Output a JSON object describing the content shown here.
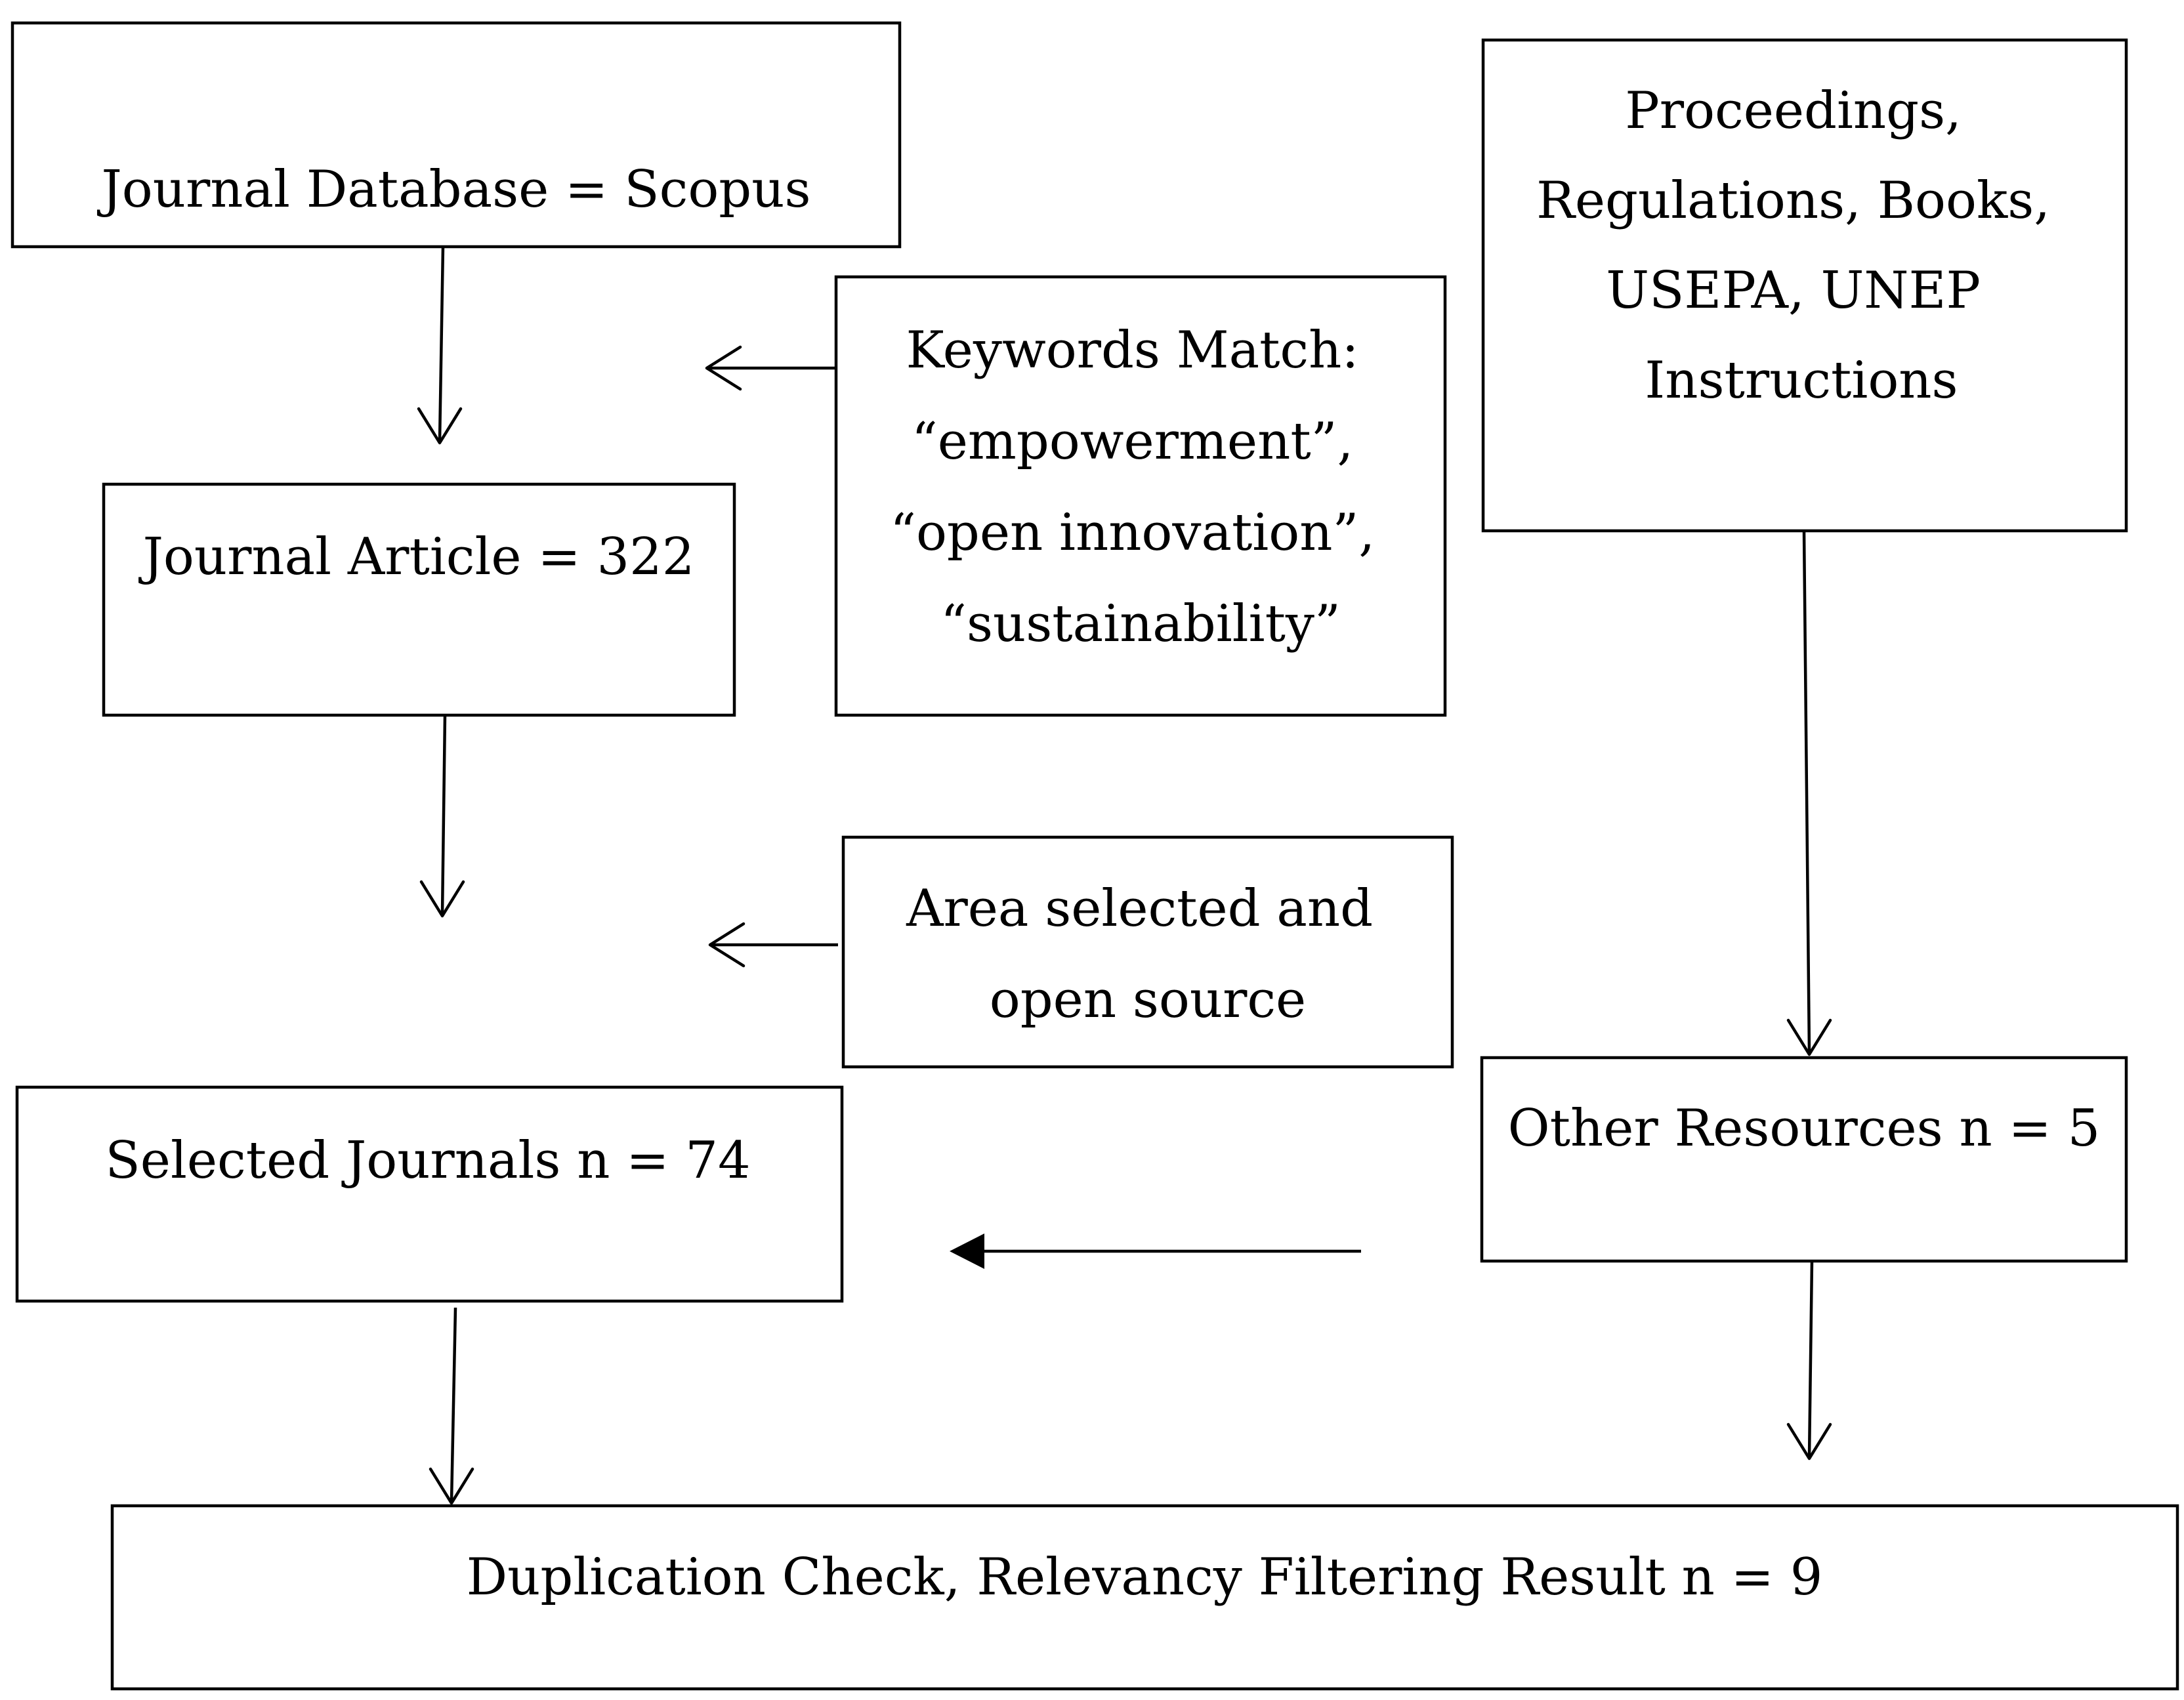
{
  "nodes": {
    "journal_database": {
      "lines": [
        "Journal Database = Scopus"
      ]
    },
    "keywords_match": {
      "lines": [
        "Keywords Match:",
        "“empowerment”,",
        "“open innovation”,",
        "“sustainability”"
      ]
    },
    "other_sources": {
      "lines": [
        "Proceedings,",
        "Regulations, Books,",
        "USEPA, UNEP",
        "Instructions"
      ]
    },
    "journal_article": {
      "lines": [
        "Journal Article = 322"
      ]
    },
    "area_selected": {
      "lines": [
        "Area selected and",
        "open source"
      ]
    },
    "selected_journals": {
      "lines": [
        "Selected Journals n = 74"
      ]
    },
    "other_resources": {
      "lines": [
        "Other Resources n = 5"
      ]
    },
    "final_result": {
      "lines": [
        "Duplication Check, Relevancy Filtering Result n = 9"
      ]
    }
  },
  "colors": {
    "stroke": "#000000",
    "background": "#ffffff",
    "text": "#000000"
  }
}
